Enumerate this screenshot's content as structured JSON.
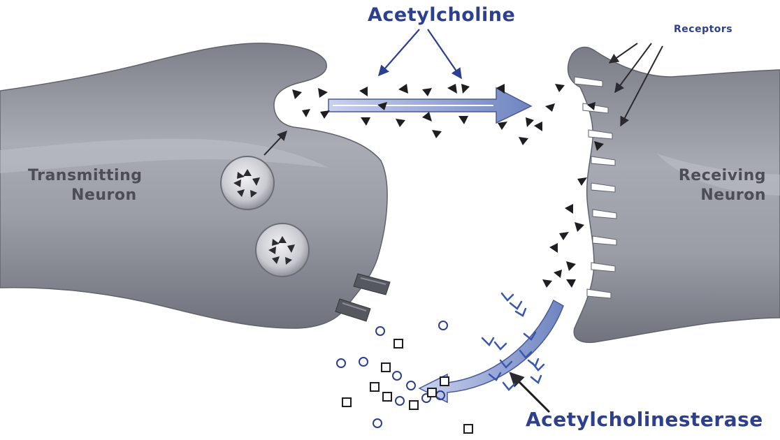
{
  "labels": {
    "acetylcholine": "Acetylcholine",
    "receptors": "Receptors",
    "acetylcholinesterase": "Acetylcholinesterase",
    "transmitting_neuron": [
      "Transmitting",
      "Neuron"
    ],
    "receiving_neuron": [
      "Receiving",
      "Neuron"
    ]
  },
  "colors": {
    "neuron_body": "#8d9099",
    "neuron_highlight": "#c4c6cc",
    "label_blue": "#2d3f8f",
    "label_grey": "#4d4d55",
    "flow_arrow": "#7b8fc4",
    "molecule": "#1e1e22",
    "enzyme": "#3a56b0"
  },
  "icons": {
    "acetylcholine_molecule": "black-triangle",
    "enzyme": "chevron-marker",
    "choline": "open-circle",
    "acetate": "open-square",
    "vesicle": "round-vesicle"
  }
}
